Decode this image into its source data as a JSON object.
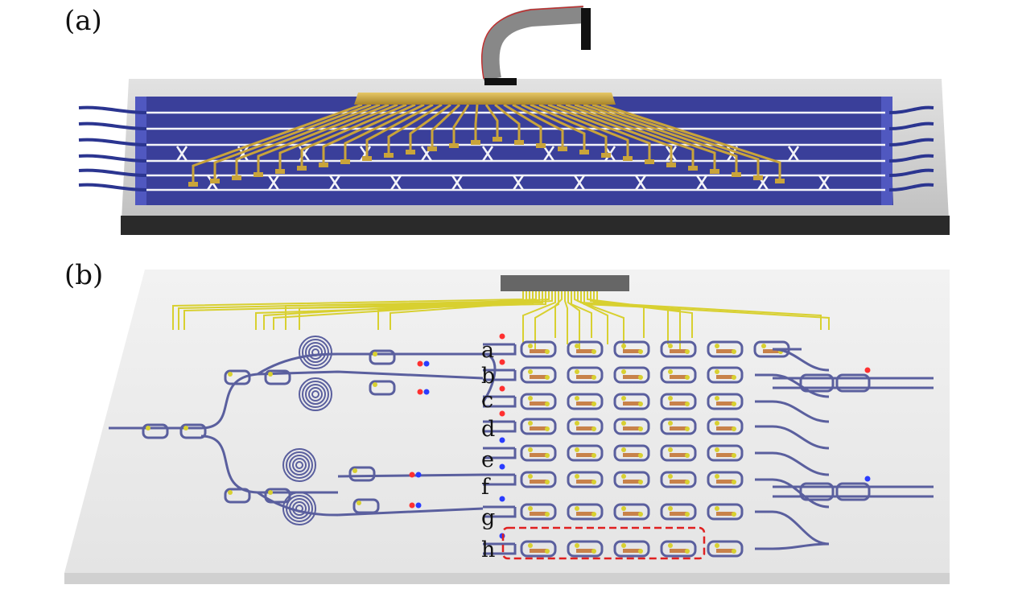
{
  "panels": {
    "a": {
      "label": "(a)"
    },
    "b": {
      "label": "(b)",
      "row_labels": [
        "a",
        "b",
        "c",
        "d",
        "e",
        "f",
        "g",
        "h"
      ]
    }
  },
  "colors": {
    "chip_blue": "#3a3f9a",
    "waveguide_white": "#f4f4f8",
    "gold": "#c9a43a",
    "waveguide_b": "#5a5f9e",
    "electrode_yellow": "#d8d030",
    "dot_red": "#ff3030",
    "dot_blue": "#2a3cff",
    "highlight_red": "#e02020"
  }
}
